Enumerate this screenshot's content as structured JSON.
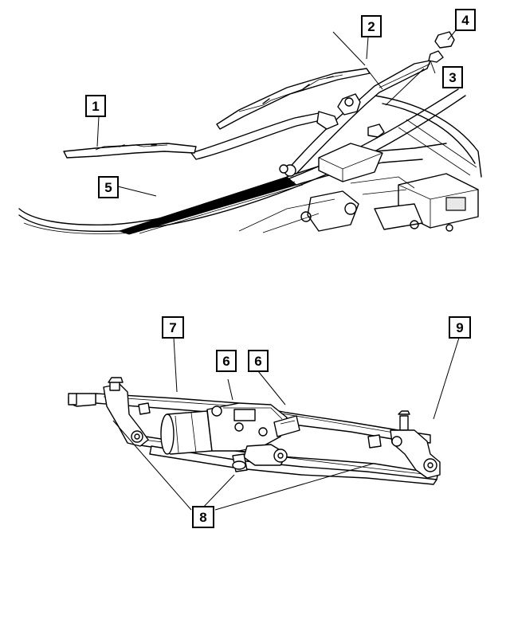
{
  "callouts": [
    {
      "id": "c1",
      "label": "1"
    },
    {
      "id": "c2",
      "label": "2"
    },
    {
      "id": "c3",
      "label": "3"
    },
    {
      "id": "c4",
      "label": "4"
    },
    {
      "id": "c5",
      "label": "5"
    },
    {
      "id": "c6a",
      "label": "6"
    },
    {
      "id": "c6b",
      "label": "6"
    },
    {
      "id": "c7",
      "label": "7"
    },
    {
      "id": "c8",
      "label": "8"
    },
    {
      "id": "c9",
      "label": "9"
    }
  ],
  "colors": {
    "ink": "#000000",
    "paper": "#ffffff",
    "shade": "#e8e8e8"
  }
}
